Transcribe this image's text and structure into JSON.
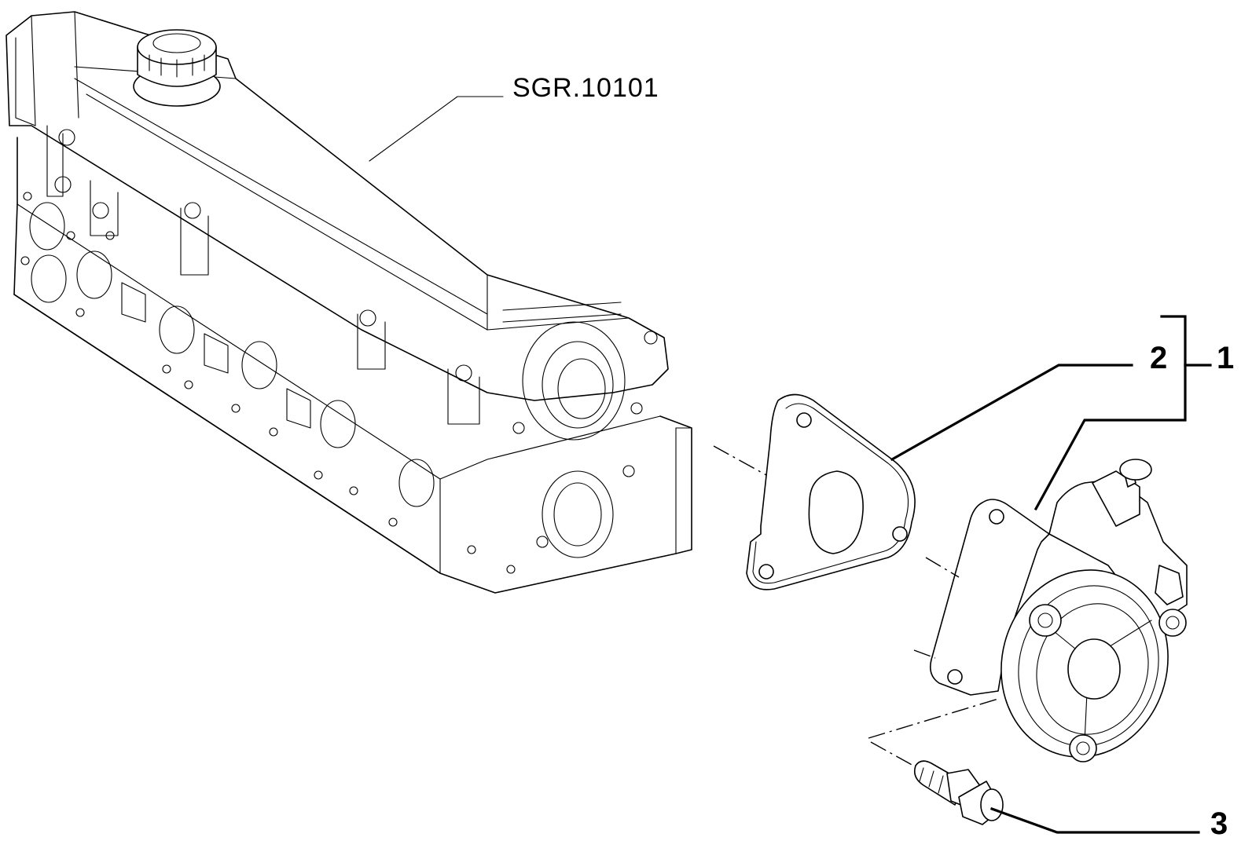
{
  "callouts": {
    "assembly_ref": "SGR.10101",
    "item_1": "1",
    "item_2": "2",
    "item_3": "3"
  }
}
